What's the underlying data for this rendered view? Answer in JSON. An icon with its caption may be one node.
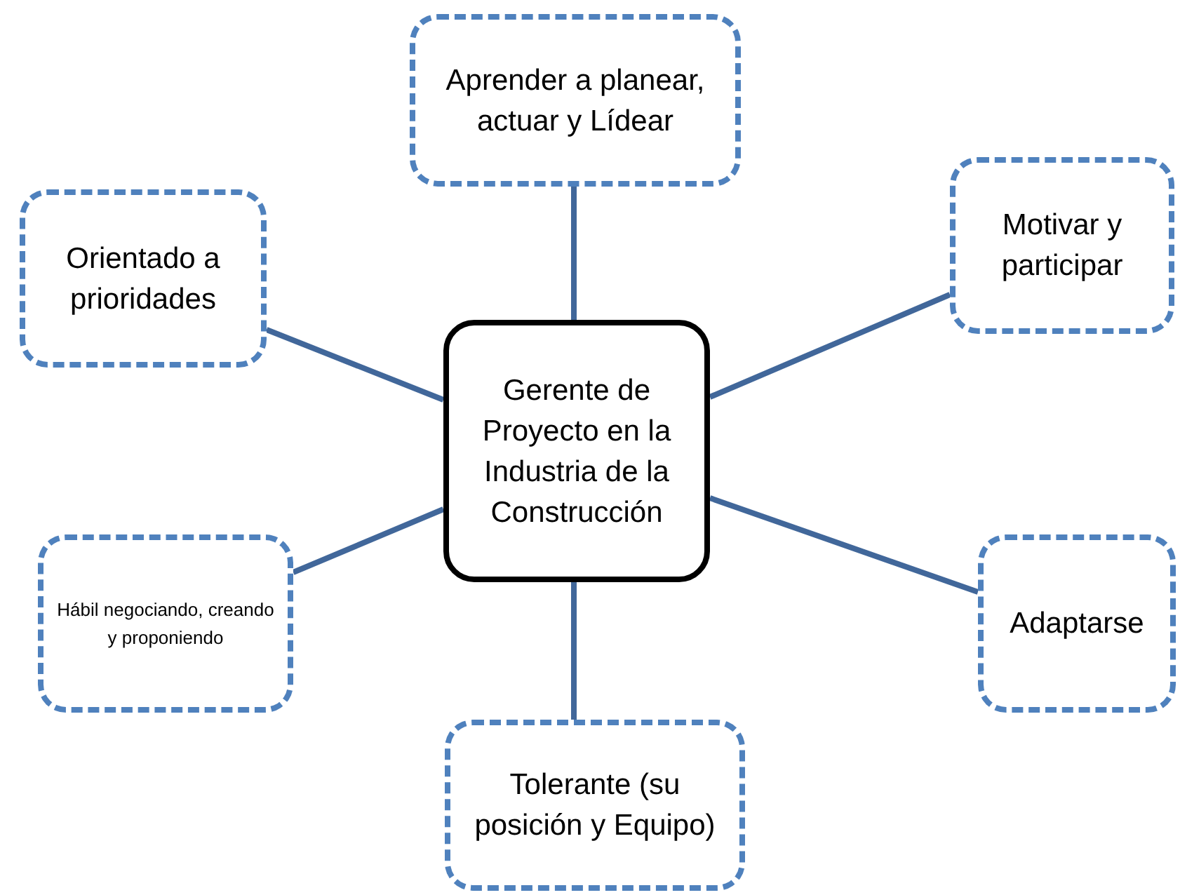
{
  "diagram": {
    "nodes": [
      {
        "text": [
          "Aprender a planear, actuar y Lídear"
        ]
      },
      {
        "text": [
          "Orientado a prioridades"
        ]
      },
      {
        "text": [
          "Motivar y participar"
        ]
      },
      {
        "text": [
          "Gerente de Proyecto en la Industria de la Construcción"
        ]
      },
      {
        "text": [
          "Hábil negociando, creando y proponiendo"
        ]
      },
      {
        "text": [
          "Adaptarse"
        ]
      },
      {
        "text": [
          "Tolerante (su posición y Equipo)"
        ]
      }
    ],
    "edges": [
      {
        "from": 3,
        "to": 0,
        "arrow": "none"
      },
      {
        "from": 3,
        "to": 1,
        "arrow": "none"
      },
      {
        "from": 3,
        "to": 2,
        "arrow": "none"
      },
      {
        "from": 3,
        "to": 4,
        "arrow": "none"
      },
      {
        "from": 3,
        "to": 5,
        "arrow": "none"
      },
      {
        "from": 3,
        "to": 6,
        "arrow": "none"
      }
    ]
  }
}
